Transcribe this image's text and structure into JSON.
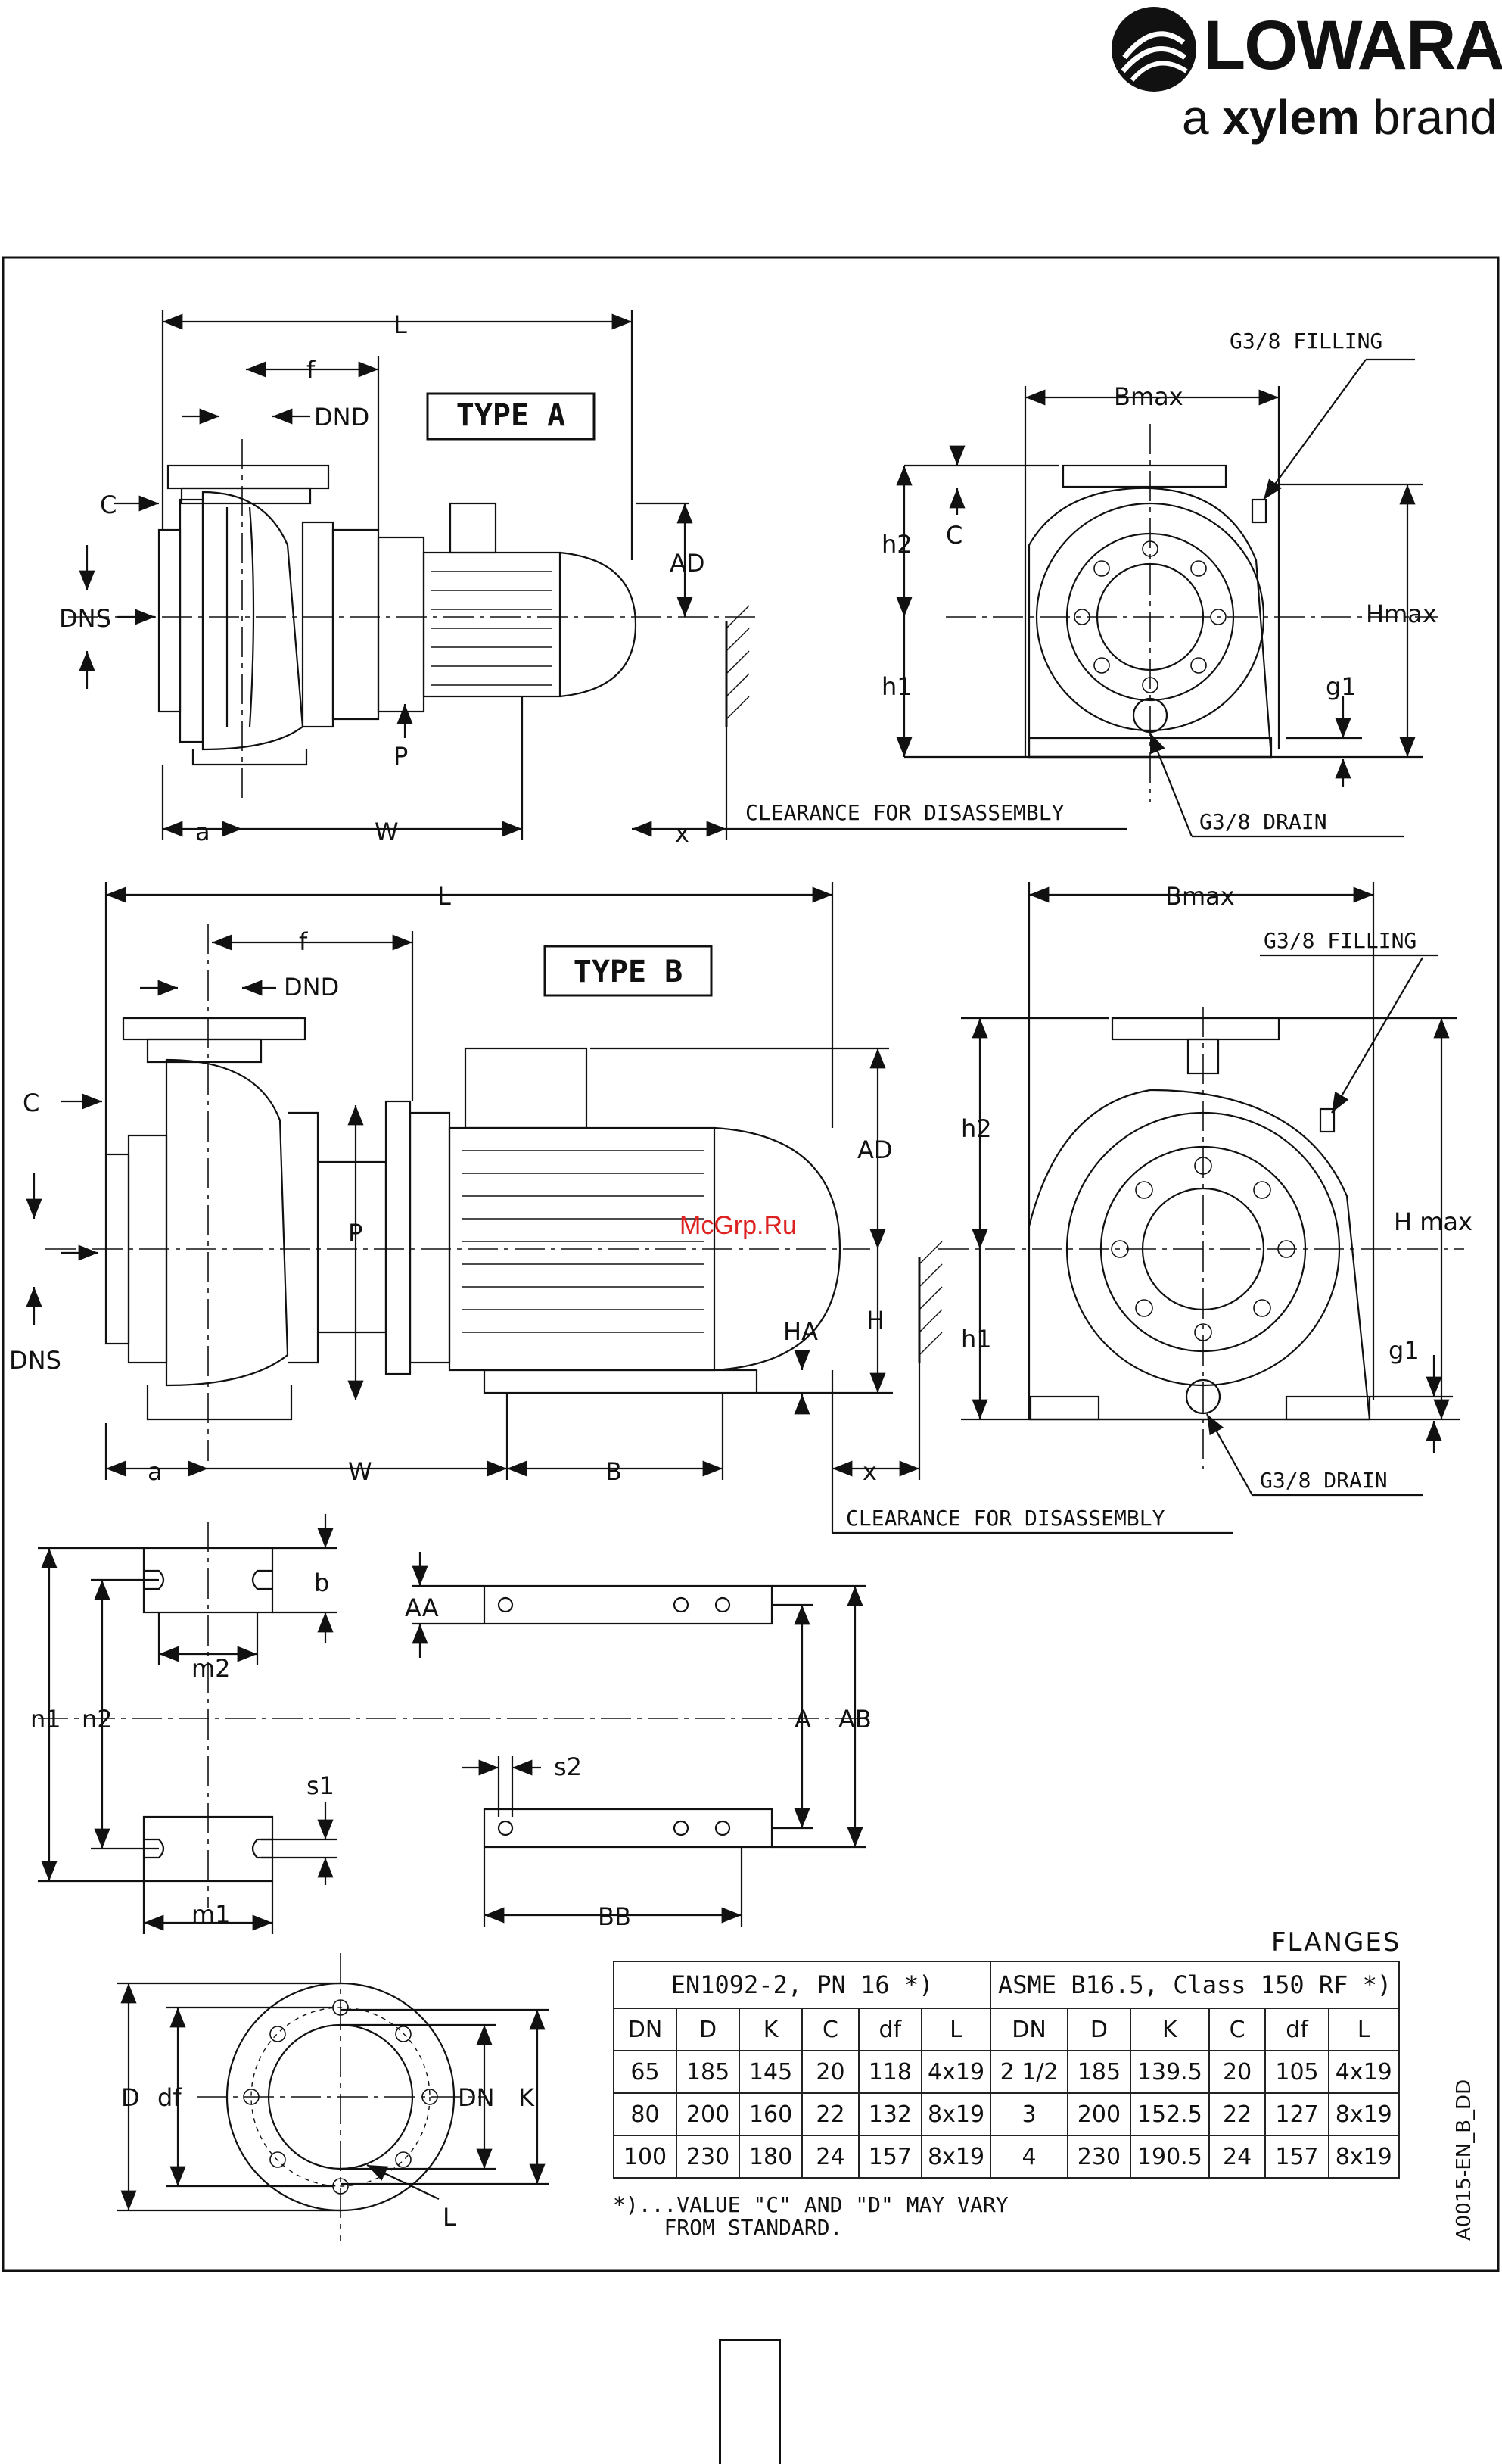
{
  "brand": {
    "logo_text": "LOWARA",
    "tagline_pre": "a ",
    "tagline_bold": "xylem",
    "tagline_post": " brand"
  },
  "watermark": "McGrp.Ru",
  "type_a": {
    "title": "TYPE A",
    "dims": {
      "L": "L",
      "f": "f",
      "DND": "DND",
      "C": "C",
      "DNS": "DNS",
      "AD": "AD",
      "P": "P",
      "a": "a",
      "W": "W",
      "x": "x"
    },
    "clearance": "CLEARANCE FOR DISASSEMBLY",
    "end_view": {
      "Bmax": "Bmax",
      "filling": "G3/8 FILLING",
      "h2": "h2",
      "C": "C",
      "h1": "h1",
      "Hmax": "Hmax",
      "g1": "g1",
      "drain": "G3/8  DRAIN"
    }
  },
  "type_b": {
    "title": "TYPE B",
    "dims": {
      "L": "L",
      "f": "f",
      "DND": "DND",
      "C": "C",
      "DNS": "DNS",
      "AD": "AD",
      "P": "P",
      "HA": "HA",
      "H": "H",
      "a": "a",
      "W": "W",
      "B": "B",
      "x": "x"
    },
    "clearance": "CLEARANCE FOR DISASSEMBLY",
    "end_view": {
      "Bmax": "Bmax",
      "filling": "G3/8 FILLING",
      "h2": "h2",
      "h1": "h1",
      "Hmax": "H  max",
      "g1": "g1",
      "drain": "G3/8  DRAIN"
    }
  },
  "feet": {
    "b": "b",
    "m2": "m2",
    "n1": "n1",
    "n2": "n2",
    "s1": "s1",
    "m1": "m1",
    "AA": "AA",
    "A": "A",
    "AB": "AB",
    "s2": "s2",
    "BB": "BB"
  },
  "flange": {
    "D": "D",
    "df": "df",
    "DN": "DN",
    "K": "K",
    "L": "L"
  },
  "flanges_table": {
    "title": "FLANGES",
    "group_en": "EN1092-2, PN 16 *)",
    "group_asme": "ASME B16.5, Class 150 RF *)",
    "columns_en": [
      "DN",
      "D",
      "K",
      "C",
      "df",
      "L"
    ],
    "columns_asme": [
      "DN",
      "D",
      "K",
      "C",
      "df",
      "L"
    ],
    "rows": [
      [
        "65",
        "185",
        "145",
        "20",
        "118",
        "4x19",
        "2 1/2",
        "185",
        "139.5",
        "20",
        "105",
        "4x19"
      ],
      [
        "80",
        "200",
        "160",
        "22",
        "132",
        "8x19",
        "3",
        "200",
        "152.5",
        "22",
        "127",
        "8x19"
      ],
      [
        "100",
        "230",
        "180",
        "24",
        "157",
        "8x19",
        "4",
        "230",
        "190.5",
        "24",
        "157",
        "8x19"
      ]
    ],
    "note_line1": "*)...VALUE \"C\" AND \"D\" MAY VARY",
    "note_line2": "FROM STANDARD."
  },
  "doc_id": "A0015-EN_B_DD"
}
